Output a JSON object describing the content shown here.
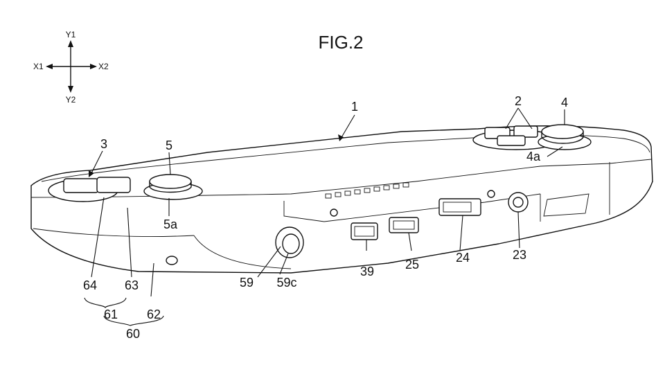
{
  "figure": {
    "title": "FIG.2"
  },
  "axes": {
    "y_up": "Y1",
    "y_down": "Y2",
    "x_left": "X1",
    "x_right": "X2"
  },
  "references": {
    "device": "1",
    "buttons": "2",
    "left_button": "3",
    "right_stick": "4",
    "right_stick_base": "4a",
    "left_stick": "5",
    "left_stick_base": "5a",
    "connector_23": "23",
    "slot_24": "24",
    "port_25": "25",
    "port_39": "39",
    "jack_59": "59",
    "jack_59c": "59c",
    "grip_60": "60",
    "part_61": "61",
    "part_62": "62",
    "part_63": "63",
    "part_64": "64"
  }
}
